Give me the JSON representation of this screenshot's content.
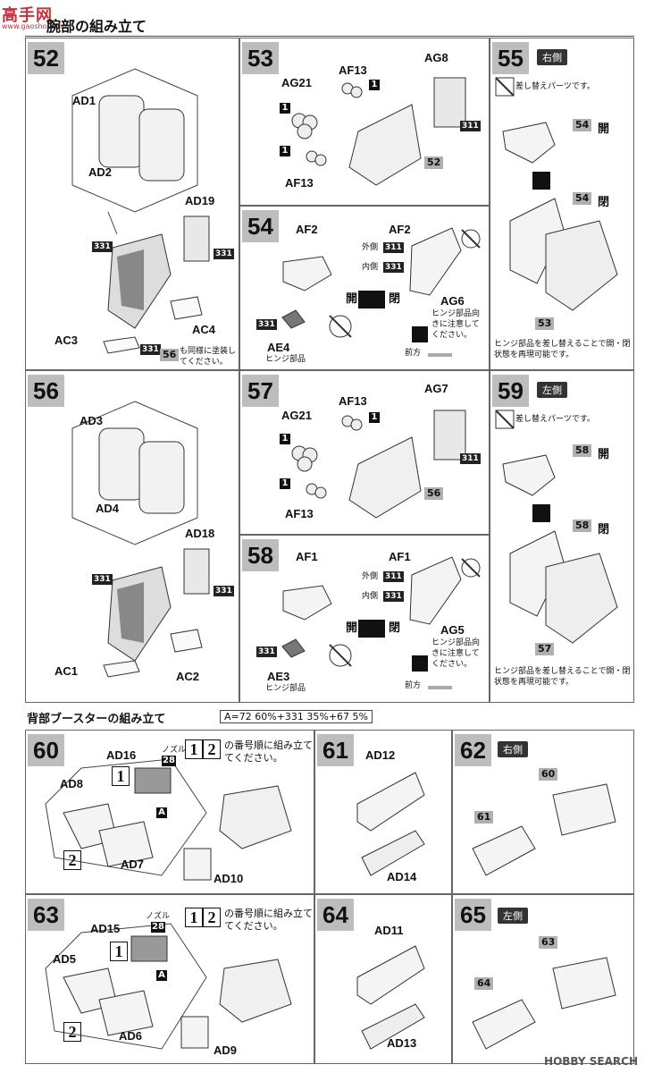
{
  "site": {
    "logo": "高手网",
    "url": "www.gaoshou.com"
  },
  "header": {
    "title": "腕部の組み立て"
  },
  "steps": {
    "s52": "52",
    "s53": "53",
    "s54": "54",
    "s55": "55",
    "s56": "56",
    "s57": "57",
    "s58": "58",
    "s59": "59",
    "s60": "60",
    "s61": "61",
    "s62": "62",
    "s63": "63",
    "s64": "64",
    "s65": "65"
  },
  "sides": {
    "right": "右側",
    "left": "左側"
  },
  "parts": {
    "ad1": "AD1",
    "ad2": "AD2",
    "ad19": "AD19",
    "ac3": "AC3",
    "ac4": "AC4",
    "ag21": "AG21",
    "af13": "AF13",
    "ag8": "AG8",
    "af2": "AF2",
    "ae4": "AE4",
    "ag6": "AG6",
    "ad3": "AD3",
    "ad4": "AD4",
    "ad18": "AD18",
    "ac1": "AC1",
    "ac2": "AC2",
    "ag7": "AG7",
    "af1": "AF1",
    "ae3": "AE3",
    "ag5": "AG5",
    "ad16": "AD16",
    "ad8": "AD8",
    "ad7": "AD7",
    "ad10": "AD10",
    "ad12": "AD12",
    "ad14": "AD14",
    "ad15": "AD15",
    "ad5": "AD5",
    "ad6": "AD6",
    "ad9": "AD9",
    "ad11": "AD11",
    "ad13": "AD13"
  },
  "paint": {
    "p331": "331",
    "p311": "311"
  },
  "refs": {
    "r52": "52",
    "r54": "54",
    "r53": "53",
    "r56": "56",
    "r58": "58",
    "r57": "57",
    "r60": "60",
    "r61": "61",
    "r63": "63",
    "r64": "64"
  },
  "nums": {
    "one": "1",
    "two": "2",
    "a": "A",
    "n28": "28"
  },
  "text": {
    "same_paint": "も同様に塗装してください。",
    "replace_parts": "差し替えパーツです。",
    "open": "開",
    "close": "閉",
    "outside": "外側",
    "inside": "内側",
    "hinge": "ヒンジ部品",
    "hinge_note": "ヒンジ部品向きに注意してください。",
    "front": "前方",
    "hinge_replace": "ヒンジ部品を差し替えることで開・閉状態を再現可能です。",
    "order_note": "の番号順に組み立ててください。",
    "nozzle": "ノズル"
  },
  "section2": {
    "title": "背部ブースターの組み立て",
    "formula": "A=72 60%+331 35%+67 5%"
  },
  "footer": {
    "brand": "HOBBY SEARCH"
  }
}
